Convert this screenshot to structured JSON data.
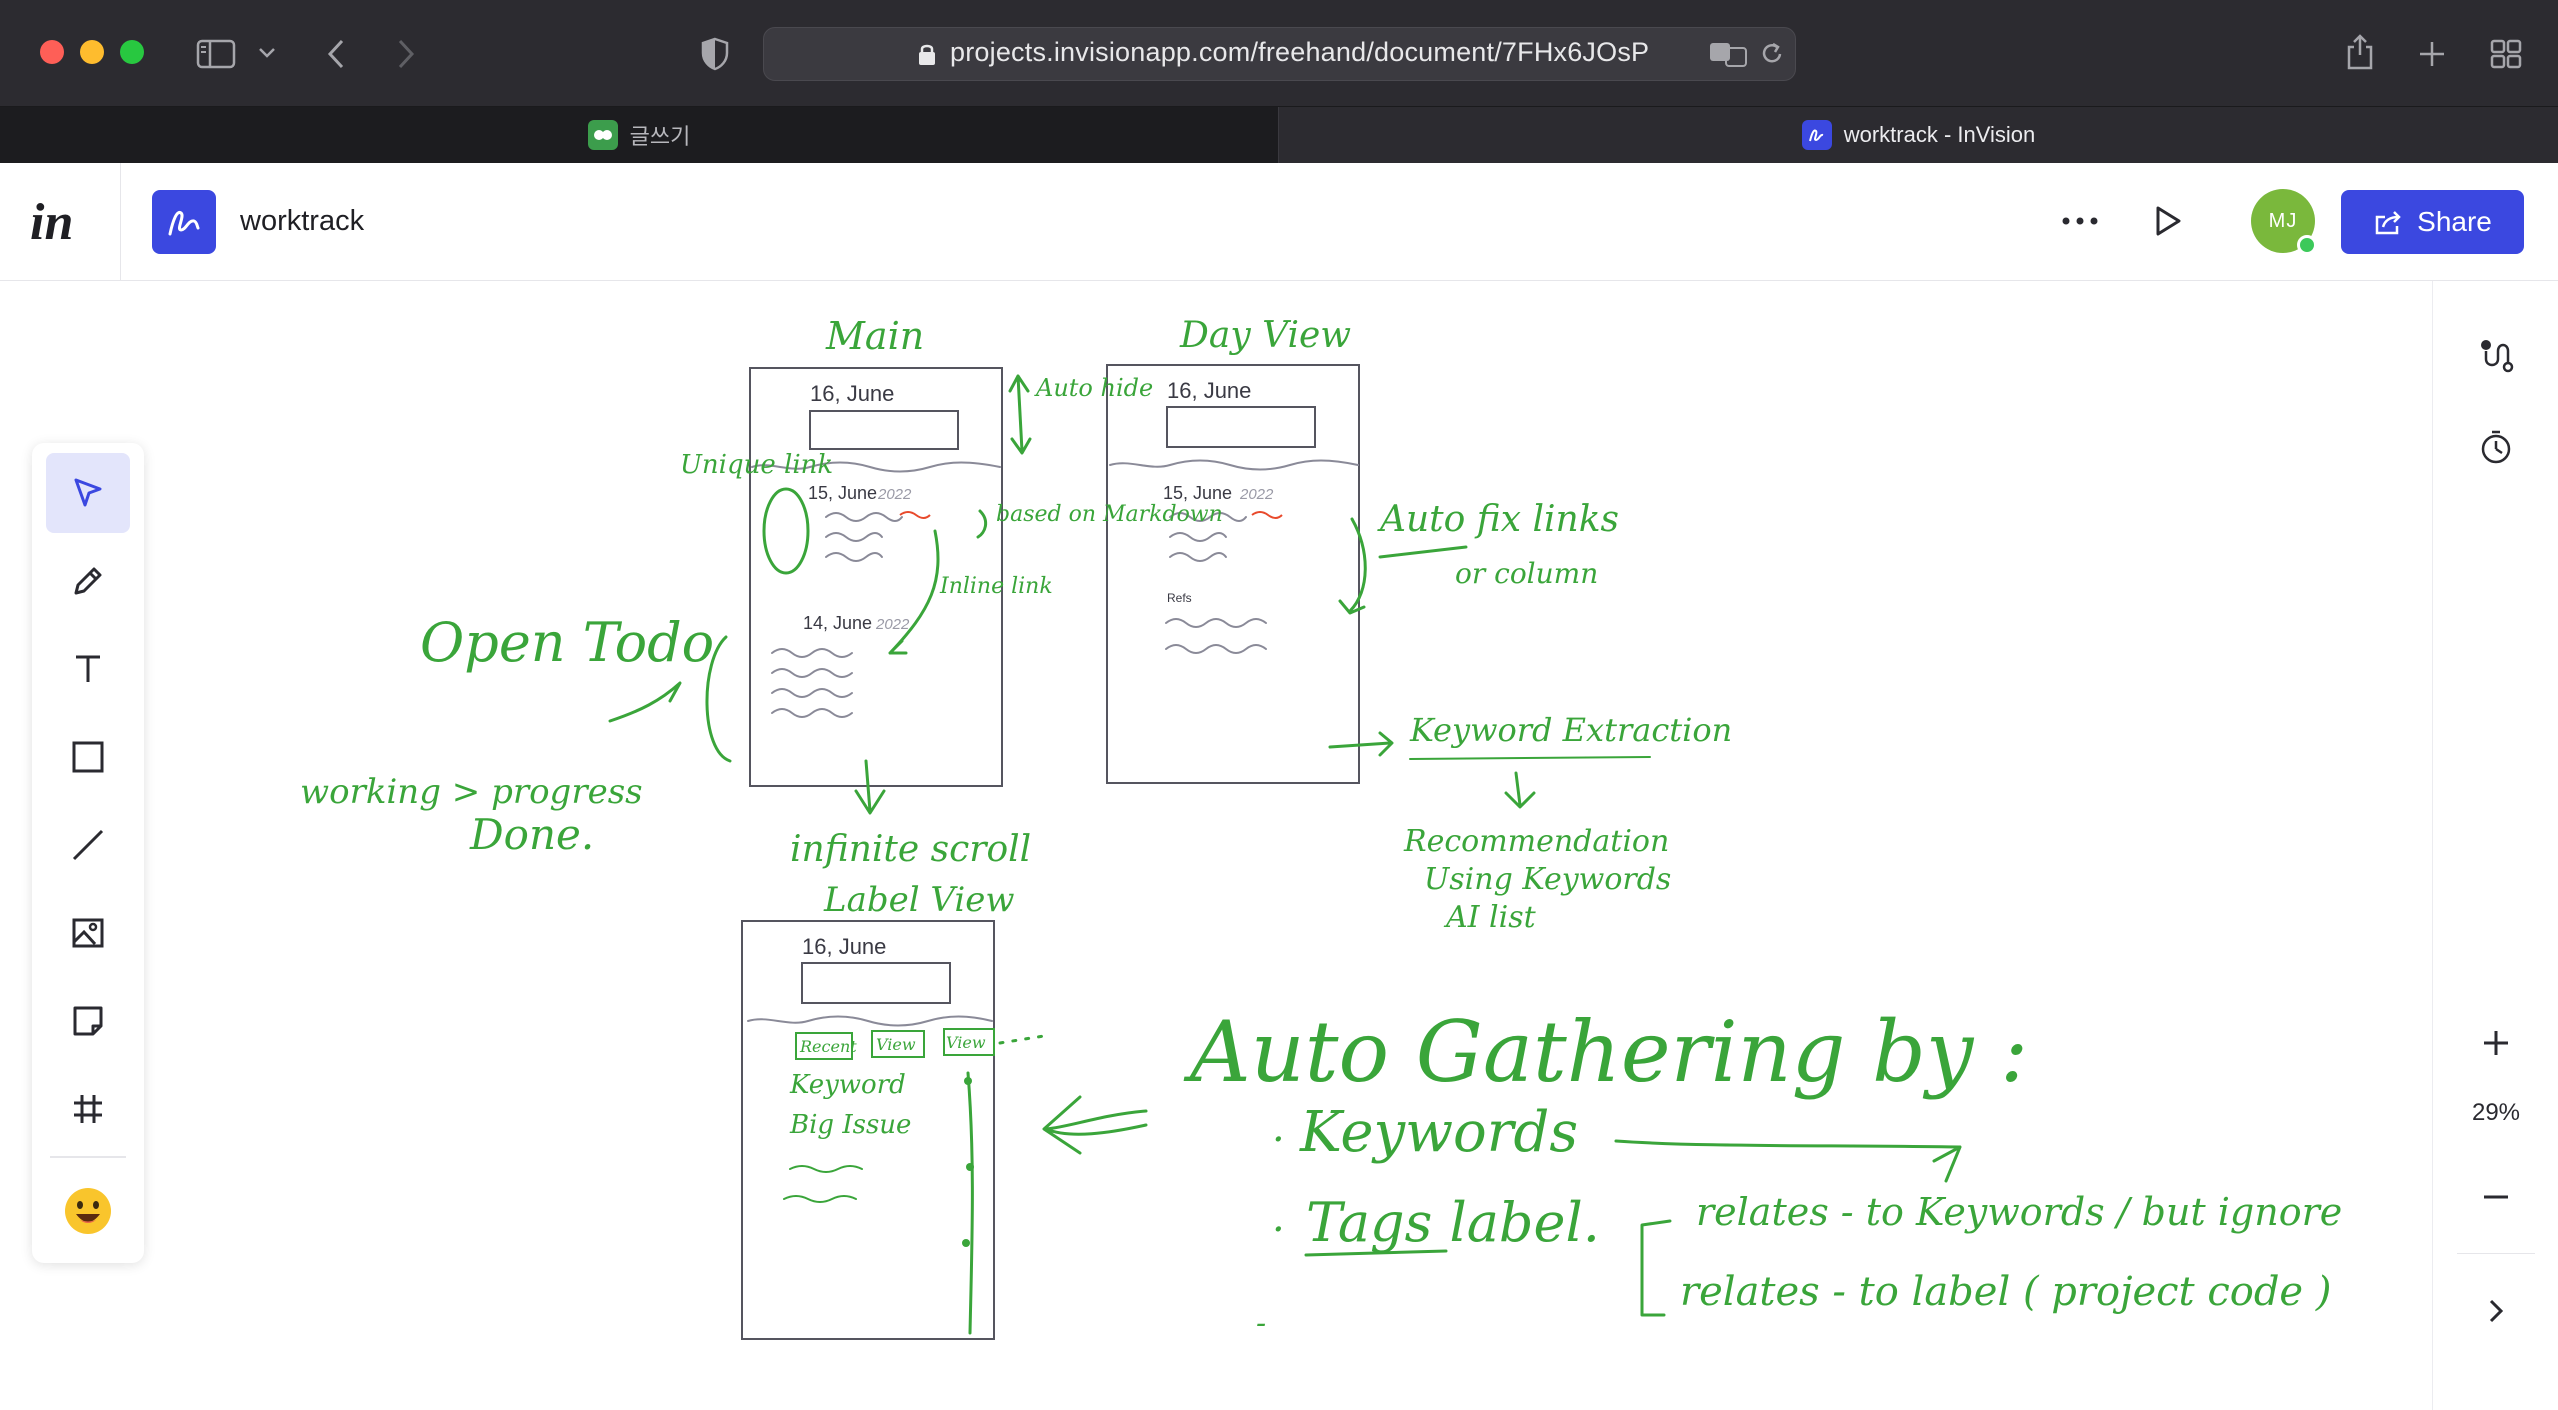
{
  "browser": {
    "url": "projects.invisionapp.com/freehand/document/7FHx6JOsP",
    "tabs": [
      {
        "label": "글쓰기",
        "active": false
      },
      {
        "label": "worktrack - InVision",
        "active": true
      }
    ]
  },
  "header": {
    "logo_text": "in",
    "doc_title": "worktrack",
    "avatar_initials": "MJ",
    "share_label": "Share"
  },
  "right_rail": {
    "zoom_level": "29%"
  },
  "canvas": {
    "cards": [
      {
        "date_top": "16, June",
        "date_mid": "15, June",
        "year": "2022",
        "date_low": "14, June"
      },
      {
        "date_top": "16, June",
        "date_mid": "15, June",
        "year": "2022",
        "refs_label": "Refs"
      },
      {
        "date_top": "16, June"
      }
    ],
    "annotations": {
      "main": "Main",
      "day_view": "Day View",
      "auto_hide": "Auto hide",
      "unique_link": "Unique link",
      "based_on_markdown": "based on Markdown",
      "inline_link": "Inline link",
      "open_todo": "Open Todo",
      "working_progress": "working > progress",
      "done": "Done.",
      "infinite_scroll": "infinite scroll",
      "label_view": "Label View",
      "auto_fix_links": "Auto fix links",
      "or_column": "or column",
      "keyword_extraction": "Keyword Extraction",
      "recommendation": "Recommendation",
      "using_keywords": "Using Keywords",
      "ai_list": "AI list",
      "label_tabs": [
        "Recent",
        "View",
        "View"
      ],
      "keyword_item": "Keyword",
      "big_issue": "Big Issue",
      "auto_gathering": "Auto Gathering by :",
      "keywords": "Keywords",
      "tags_label": "Tags label.",
      "relates_keywords": "relates - to Keywords / but ignore",
      "relates_label": "relates - to label ( project code )"
    }
  }
}
